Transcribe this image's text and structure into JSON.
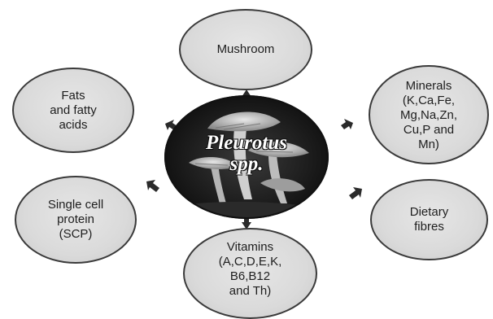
{
  "center": {
    "title": "Pleurotus\nspp."
  },
  "nodes": {
    "mushroom": "Mushroom",
    "fats": "Fats\nand fatty\nacids",
    "minerals": "Minerals\n(K,Ca,Fe,\nMg,Na,Zn,\nCu,P and\nMn)",
    "scp": "Single cell\nprotein\n(SCP)",
    "fibres": "Dietary\nfibres",
    "vitamins": "Vitamins\n(A,C,D,E,K,\nB6,B12\nand Th)"
  },
  "colors": {
    "node_fill": "#dadada",
    "node_border": "#3a3a3a",
    "arrow": "#2a2a2a",
    "center_bg": "#1a1a1a"
  },
  "icons": {
    "center_image": "mushroom-photo-icon",
    "arrow": "arrow-icon"
  }
}
